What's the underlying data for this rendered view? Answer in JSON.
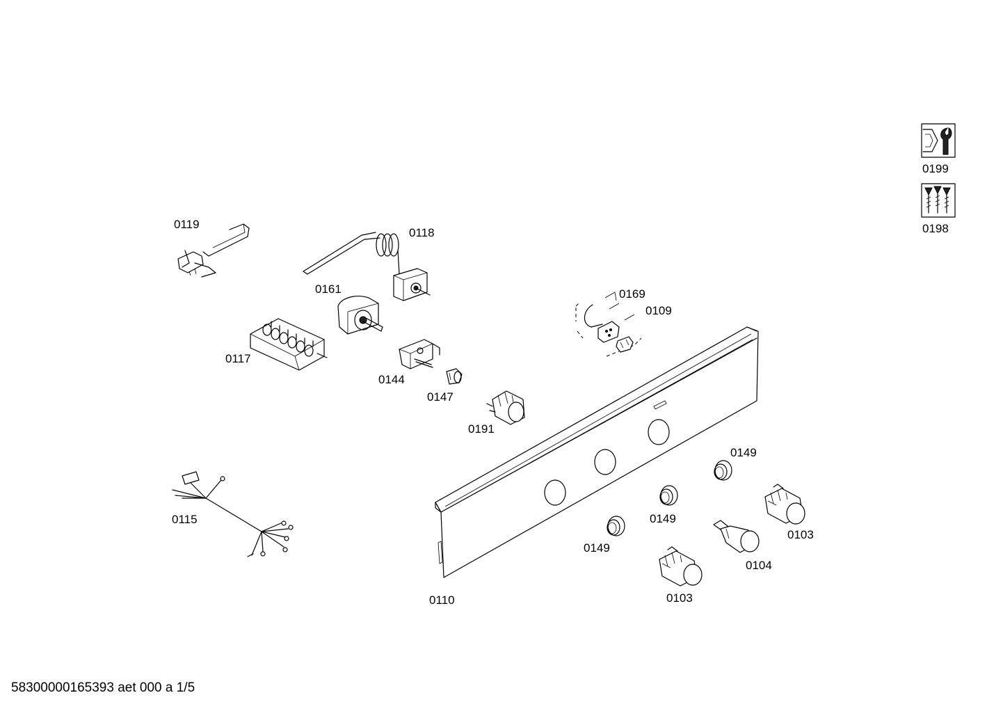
{
  "labels": {
    "p0119": "0119",
    "p0118": "0118",
    "p0161": "0161",
    "p0117": "0117",
    "p0144": "0144",
    "p0147": "0147",
    "p0191": "0191",
    "p0169": "0169",
    "p0109": "0109",
    "p0115": "0115",
    "p0110": "0110",
    "p0149a": "0149",
    "p0149b": "0149",
    "p0149c": "0149",
    "p0103a": "0103",
    "p0103b": "0103",
    "p0104": "0104",
    "p0199": "0199",
    "p0198": "0198"
  },
  "footer": "58300000165393 aet 000 a 1/5",
  "icons": {
    "service": "wrench-nut-icon",
    "screws": "screws-icon"
  }
}
